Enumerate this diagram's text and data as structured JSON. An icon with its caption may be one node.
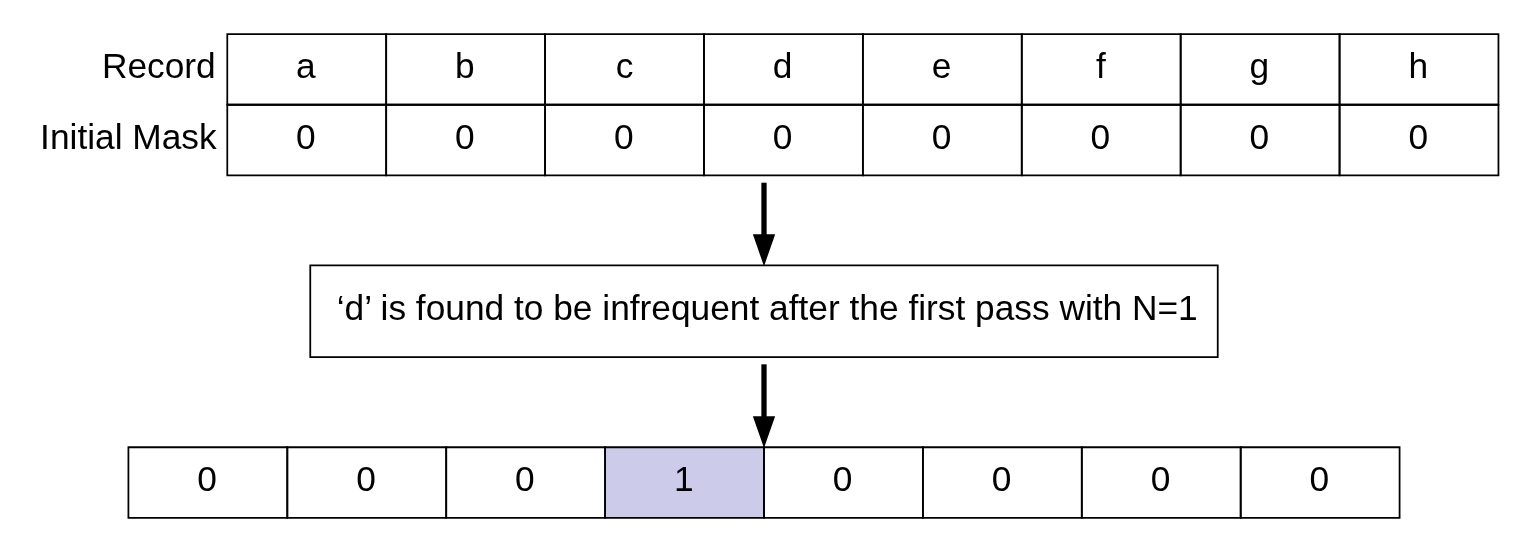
{
  "diagram": {
    "nodes": [
      {
        "text": [
          "a",
          "b",
          "c",
          "d",
          "e",
          "f",
          "g",
          "h",
          "0",
          "0",
          "0",
          "0",
          "0",
          "0",
          "0",
          "0"
        ],
        "beside": [
          "Record",
          "Initial Mask"
        ]
      },
      {
        "text": [
          "‘d’ is found to be infrequent after the first pass with N=1"
        ]
      },
      {
        "text": [
          "0",
          "0",
          "0",
          "1",
          "0",
          "0",
          "0",
          "0"
        ]
      }
    ],
    "edges": [
      {
        "from": 0,
        "to": 1,
        "arrow": "to"
      },
      {
        "from": 1,
        "to": 2,
        "arrow": "to"
      }
    ]
  }
}
